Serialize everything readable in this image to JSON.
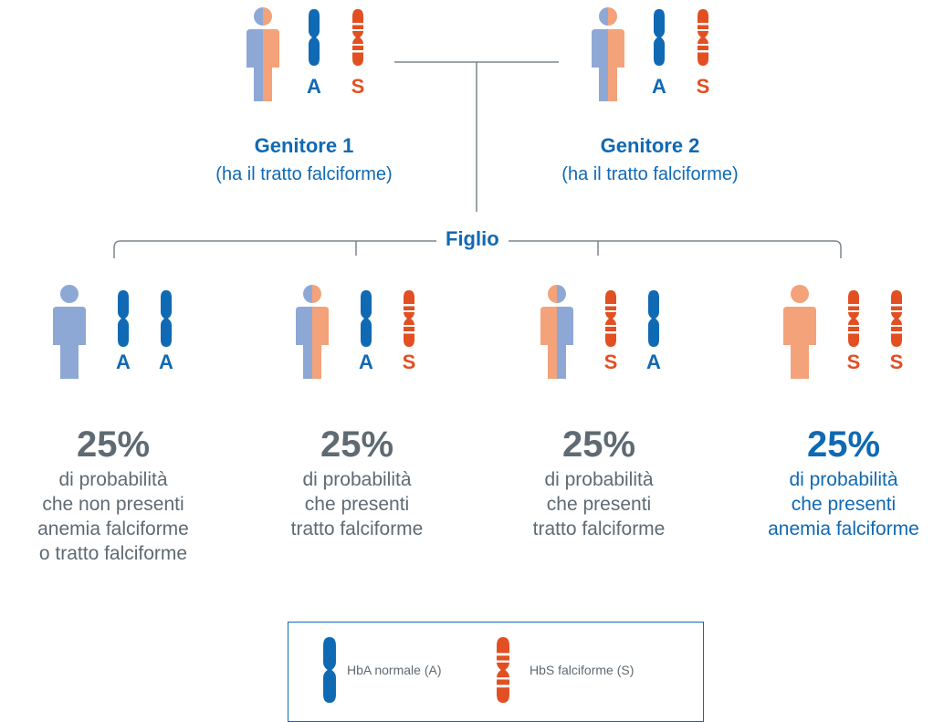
{
  "colors": {
    "blue": "#1069b3",
    "orange": "#e24f22",
    "person_blue": "#8ea8d6",
    "person_orange": "#f4a27a",
    "grey_text": "#5f6a72"
  },
  "parents": [
    {
      "title": "Genitore 1",
      "subtitle": "(ha il tratto falciforme)",
      "alleles": [
        "A",
        "S"
      ]
    },
    {
      "title": "Genitore 2",
      "subtitle": "(ha il tratto falciforme)",
      "alleles": [
        "A",
        "S"
      ]
    }
  ],
  "child_label": "Figlio",
  "children": [
    {
      "alleles": [
        "A",
        "A"
      ],
      "percent": "25%",
      "desc": [
        "di probabilità",
        "che non presenti",
        "anemia falciforme",
        "o tratto falciforme"
      ]
    },
    {
      "alleles": [
        "A",
        "S"
      ],
      "percent": "25%",
      "desc": [
        "di probabilità",
        "che presenti",
        "tratto falciforme"
      ]
    },
    {
      "alleles": [
        "S",
        "A"
      ],
      "percent": "25%",
      "desc": [
        "di probabilità",
        "che presenti",
        "tratto falciforme"
      ]
    },
    {
      "alleles": [
        "S",
        "S"
      ],
      "percent": "25%",
      "desc": [
        "di probabilità",
        "che presenti",
        "anemia falciforme"
      ]
    }
  ],
  "legend": {
    "normal": "HbA normale (A)",
    "sickle": "HbS falciforme (S)"
  }
}
